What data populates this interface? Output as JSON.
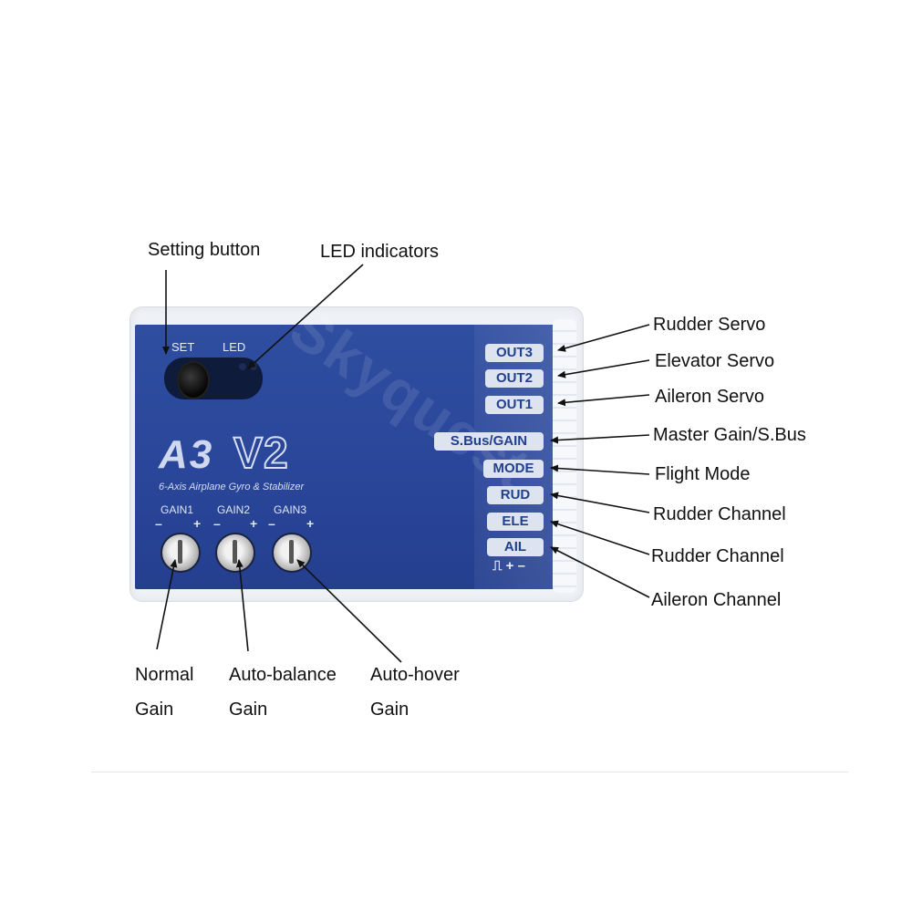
{
  "callouts": {
    "setting_button": "Setting  button",
    "led_indicators": "LED indicators",
    "rudder_servo": "Rudder Servo",
    "elevator_servo": "Elevator Servo",
    "aileron_servo": "Aileron Servo",
    "master_gain": "Master Gain/S.Bus",
    "flight_mode": "Flight Mode",
    "rudder_channel_1": "Rudder Channel",
    "rudder_channel_2": "Rudder Channel",
    "aileron_channel": "Aileron Channel",
    "normal_gain_l1": "Normal",
    "normal_gain_l2": "Gain",
    "auto_balance_l1": "Auto-balance",
    "auto_balance_l2": "Gain",
    "auto_hover_l1": "Auto-hover",
    "auto_hover_l2": "Gain"
  },
  "device": {
    "set_label": "SET",
    "led_label": "LED",
    "model_a3": "A3",
    "model_v2": "V2",
    "subtitle": "6-Axis Airplane Gyro & Stabilizer",
    "gain1": "GAIN1",
    "gain2": "GAIN2",
    "gain3": "GAIN3",
    "minus": "–",
    "plus": "+",
    "ports": [
      "OUT3",
      "OUT2",
      "OUT1",
      "S.Bus/GAIN",
      "MODE",
      "RUD",
      "ELE",
      "AIL"
    ],
    "pwm_symbol": "⎍ + –",
    "watermark": "Skyquest"
  },
  "colors": {
    "face_blue": "#2a469a",
    "port_text": "#23408f",
    "line": "#111111"
  }
}
